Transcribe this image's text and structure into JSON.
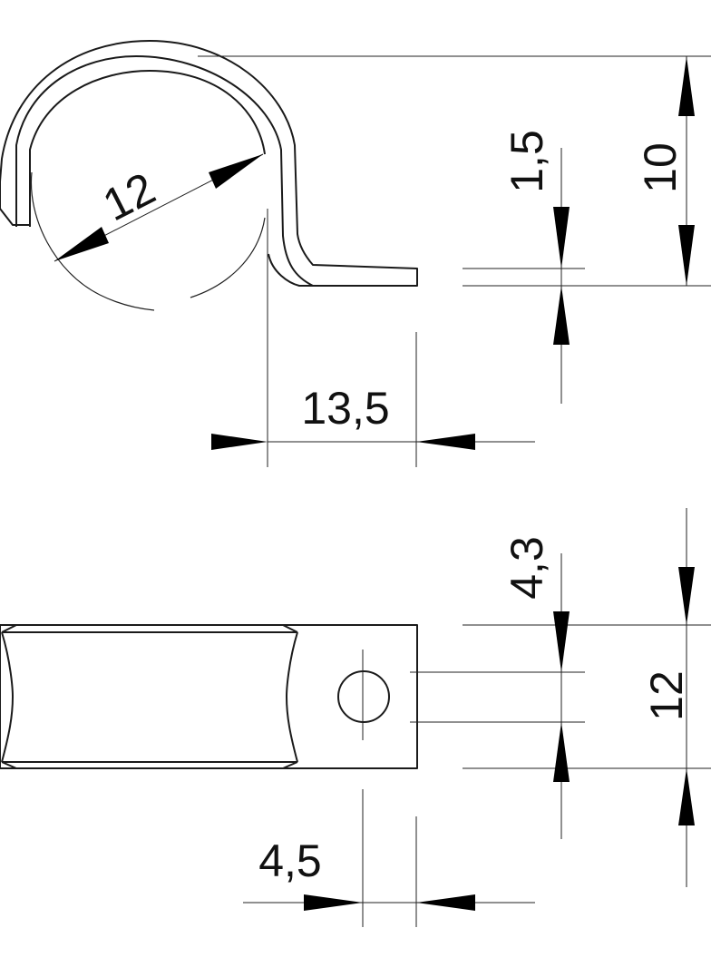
{
  "drawing": {
    "title": "Pipe clip technical drawing",
    "line_color": "#1a1a1a",
    "background": "#ffffff",
    "side_view": {
      "pipe_diameter_label": "12",
      "height_label": "10",
      "thickness_label": "1,5",
      "foot_length_label": "13,5"
    },
    "top_view": {
      "hole_diameter_label": "4,3",
      "width_label": "12",
      "hole_offset_label": "4,5"
    }
  }
}
